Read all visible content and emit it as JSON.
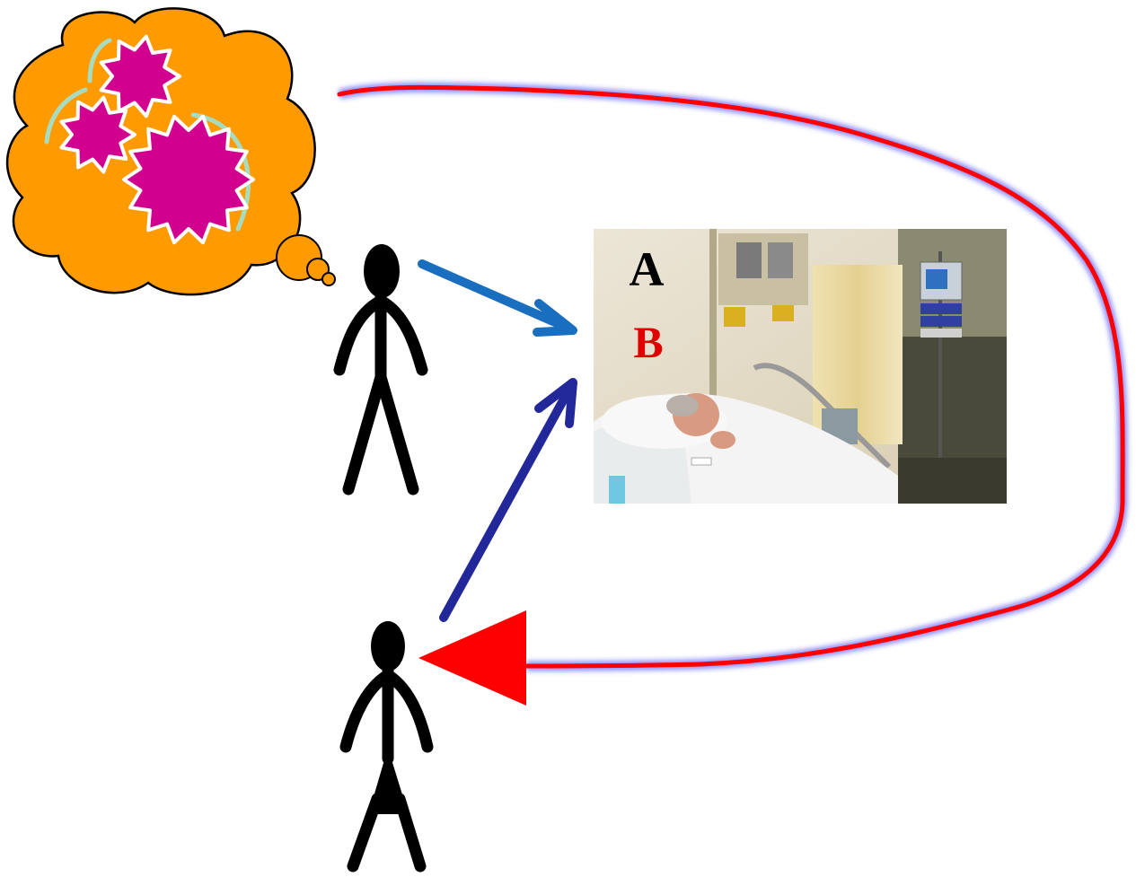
{
  "photo": {
    "label_a": "A",
    "label_b": "B",
    "label_a_color": "#000000",
    "label_b_color": "#e00000",
    "subject": "hospital-patient-in-bed"
  },
  "thought_bubble": {
    "fill_color": "#ff9a00",
    "gear_color": "#d1008f",
    "rotation_arrow_color": "#a8dcc0"
  },
  "arrows": {
    "person_top_to_photo_color": "#1a6ec0",
    "person_bottom_to_photo_color": "#22289a",
    "feedback_loop_color": "#ff0000",
    "feedback_loop_glow": "#8080ff"
  },
  "figures": {
    "top": "stick-figure-male",
    "bottom": "stick-figure-female"
  }
}
